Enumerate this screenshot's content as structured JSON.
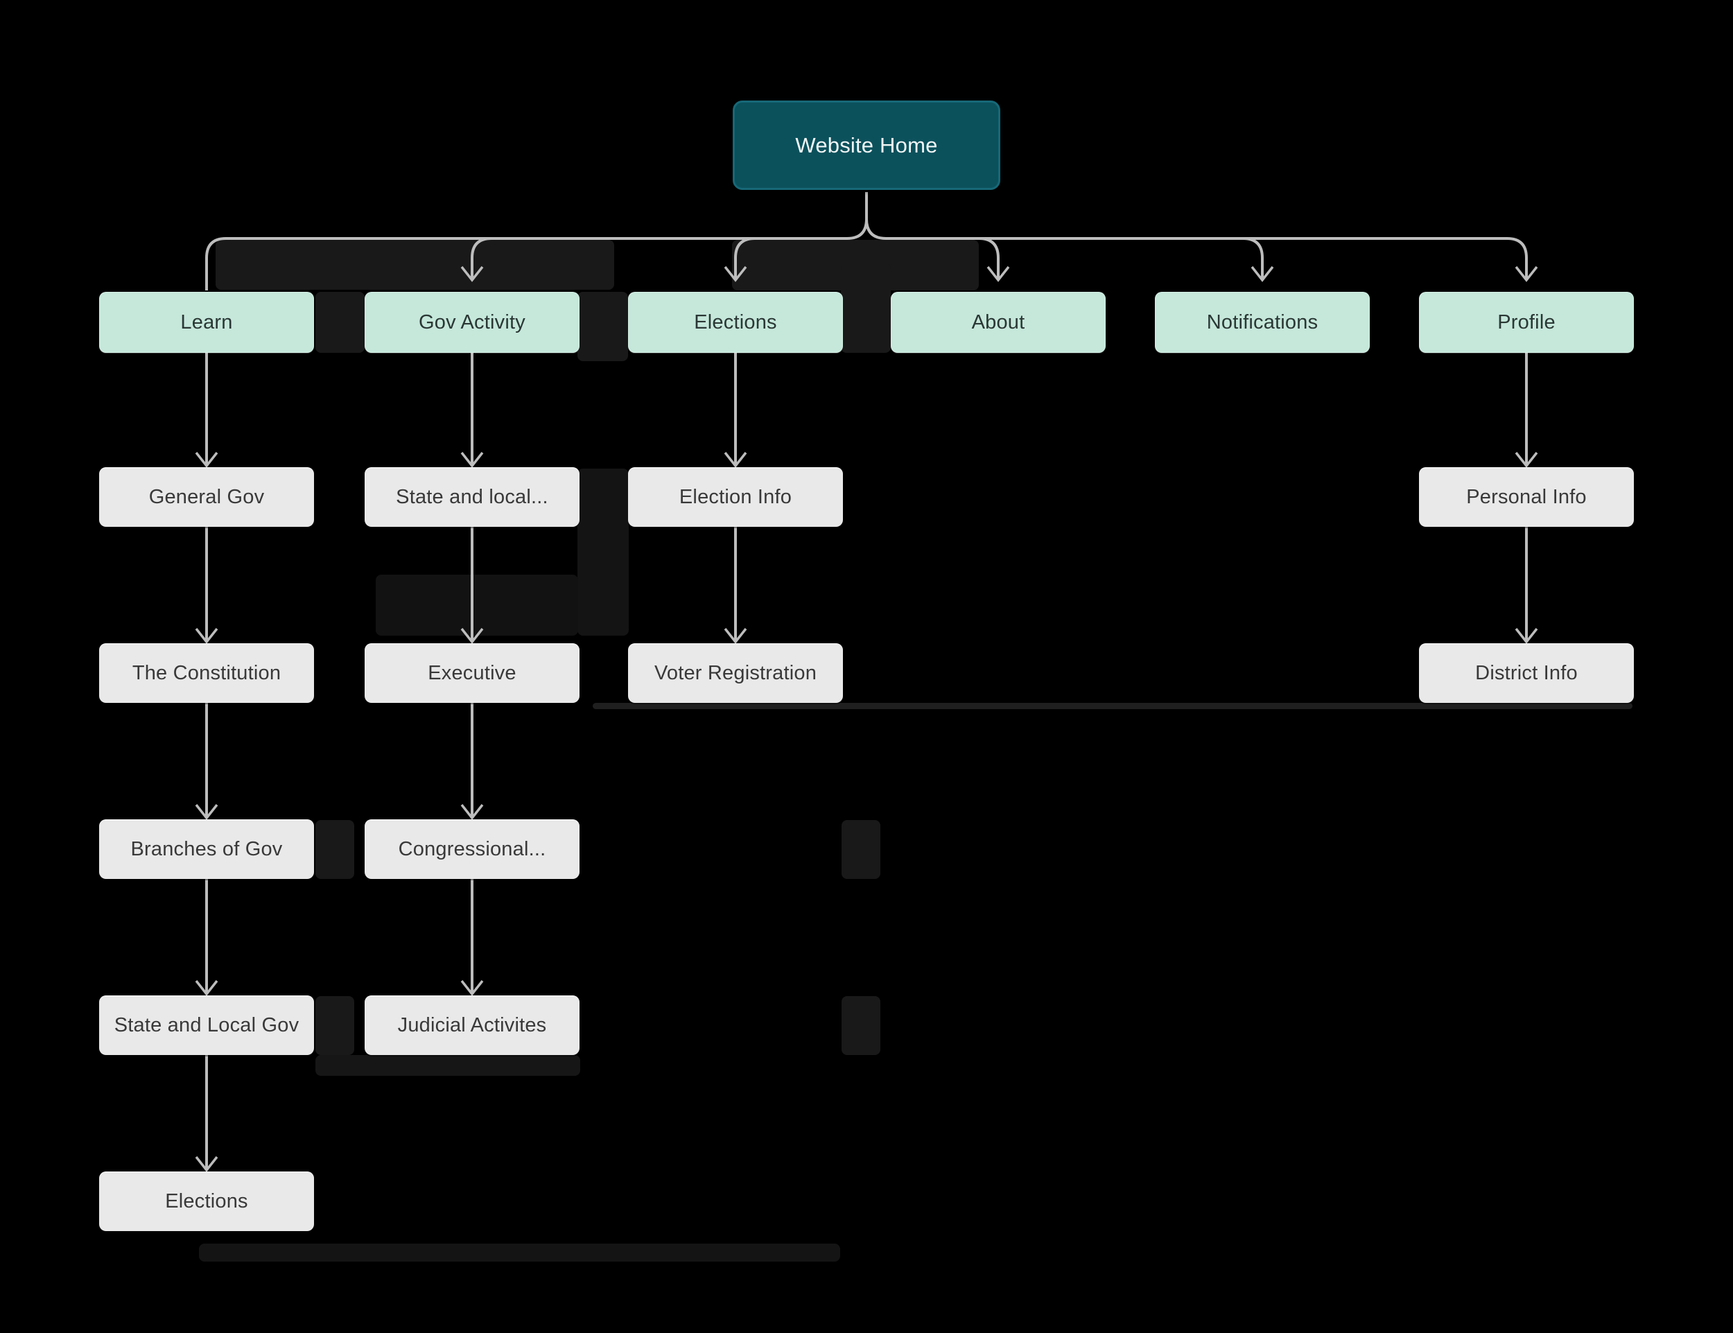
{
  "canvas": {
    "background": "#000000"
  },
  "colors": {
    "root_fill": "#0b515c",
    "root_border": "#176877",
    "root_text": "#f2f7f7",
    "branch_fill": "#c5e8db",
    "branch_text": "#2b3734",
    "leaf_fill": "#e9e9e9",
    "leaf_text": "#393939",
    "connector": "#bdbdbd",
    "shadow_artifact": "#191919"
  },
  "diagram": {
    "root": {
      "label": "Website Home"
    },
    "columns": [
      {
        "header": "Learn",
        "children": [
          "General Gov",
          "The Constitution",
          "Branches of Gov",
          "State and Local Gov",
          "Elections"
        ]
      },
      {
        "header": "Gov Activity",
        "children": [
          "State and local...",
          "Executive",
          "Congressional...",
          "Judicial Activites"
        ]
      },
      {
        "header": "Elections",
        "children": [
          "Election Info",
          "Voter Registration"
        ]
      },
      {
        "header": "About",
        "children": []
      },
      {
        "header": "Notifications",
        "children": []
      },
      {
        "header": "Profile",
        "children": [
          "Personal Info",
          "District Info"
        ]
      }
    ]
  }
}
